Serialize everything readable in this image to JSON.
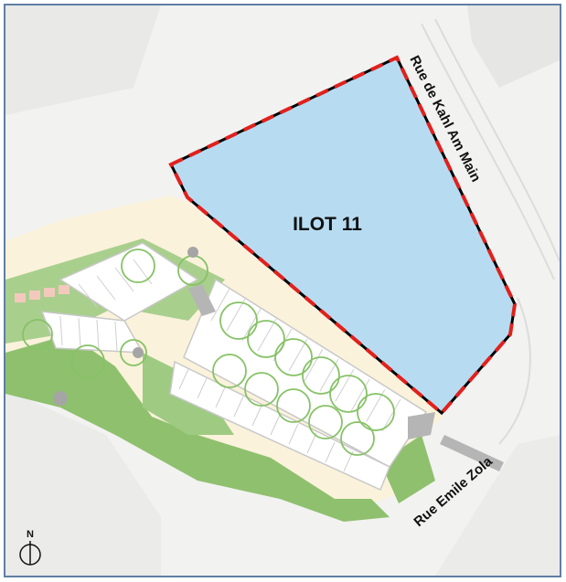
{
  "map": {
    "parcel_label": "ILOT 11",
    "streets": {
      "east": "Rue de Kahl Am Main",
      "south": "Rue Emile Zola"
    },
    "north_label": "N"
  },
  "colors": {
    "parcel_fill": "#b7dcf1",
    "parcel_outline": "#000000",
    "boundary_dash": "#e0211d",
    "greenery": "#8fc06e",
    "tree_outline": "#86c266",
    "paving": "#fbf1d6",
    "building_outline": "#c8c8c8",
    "background": "#f2f2f1",
    "frame": "#5f7fa3"
  }
}
